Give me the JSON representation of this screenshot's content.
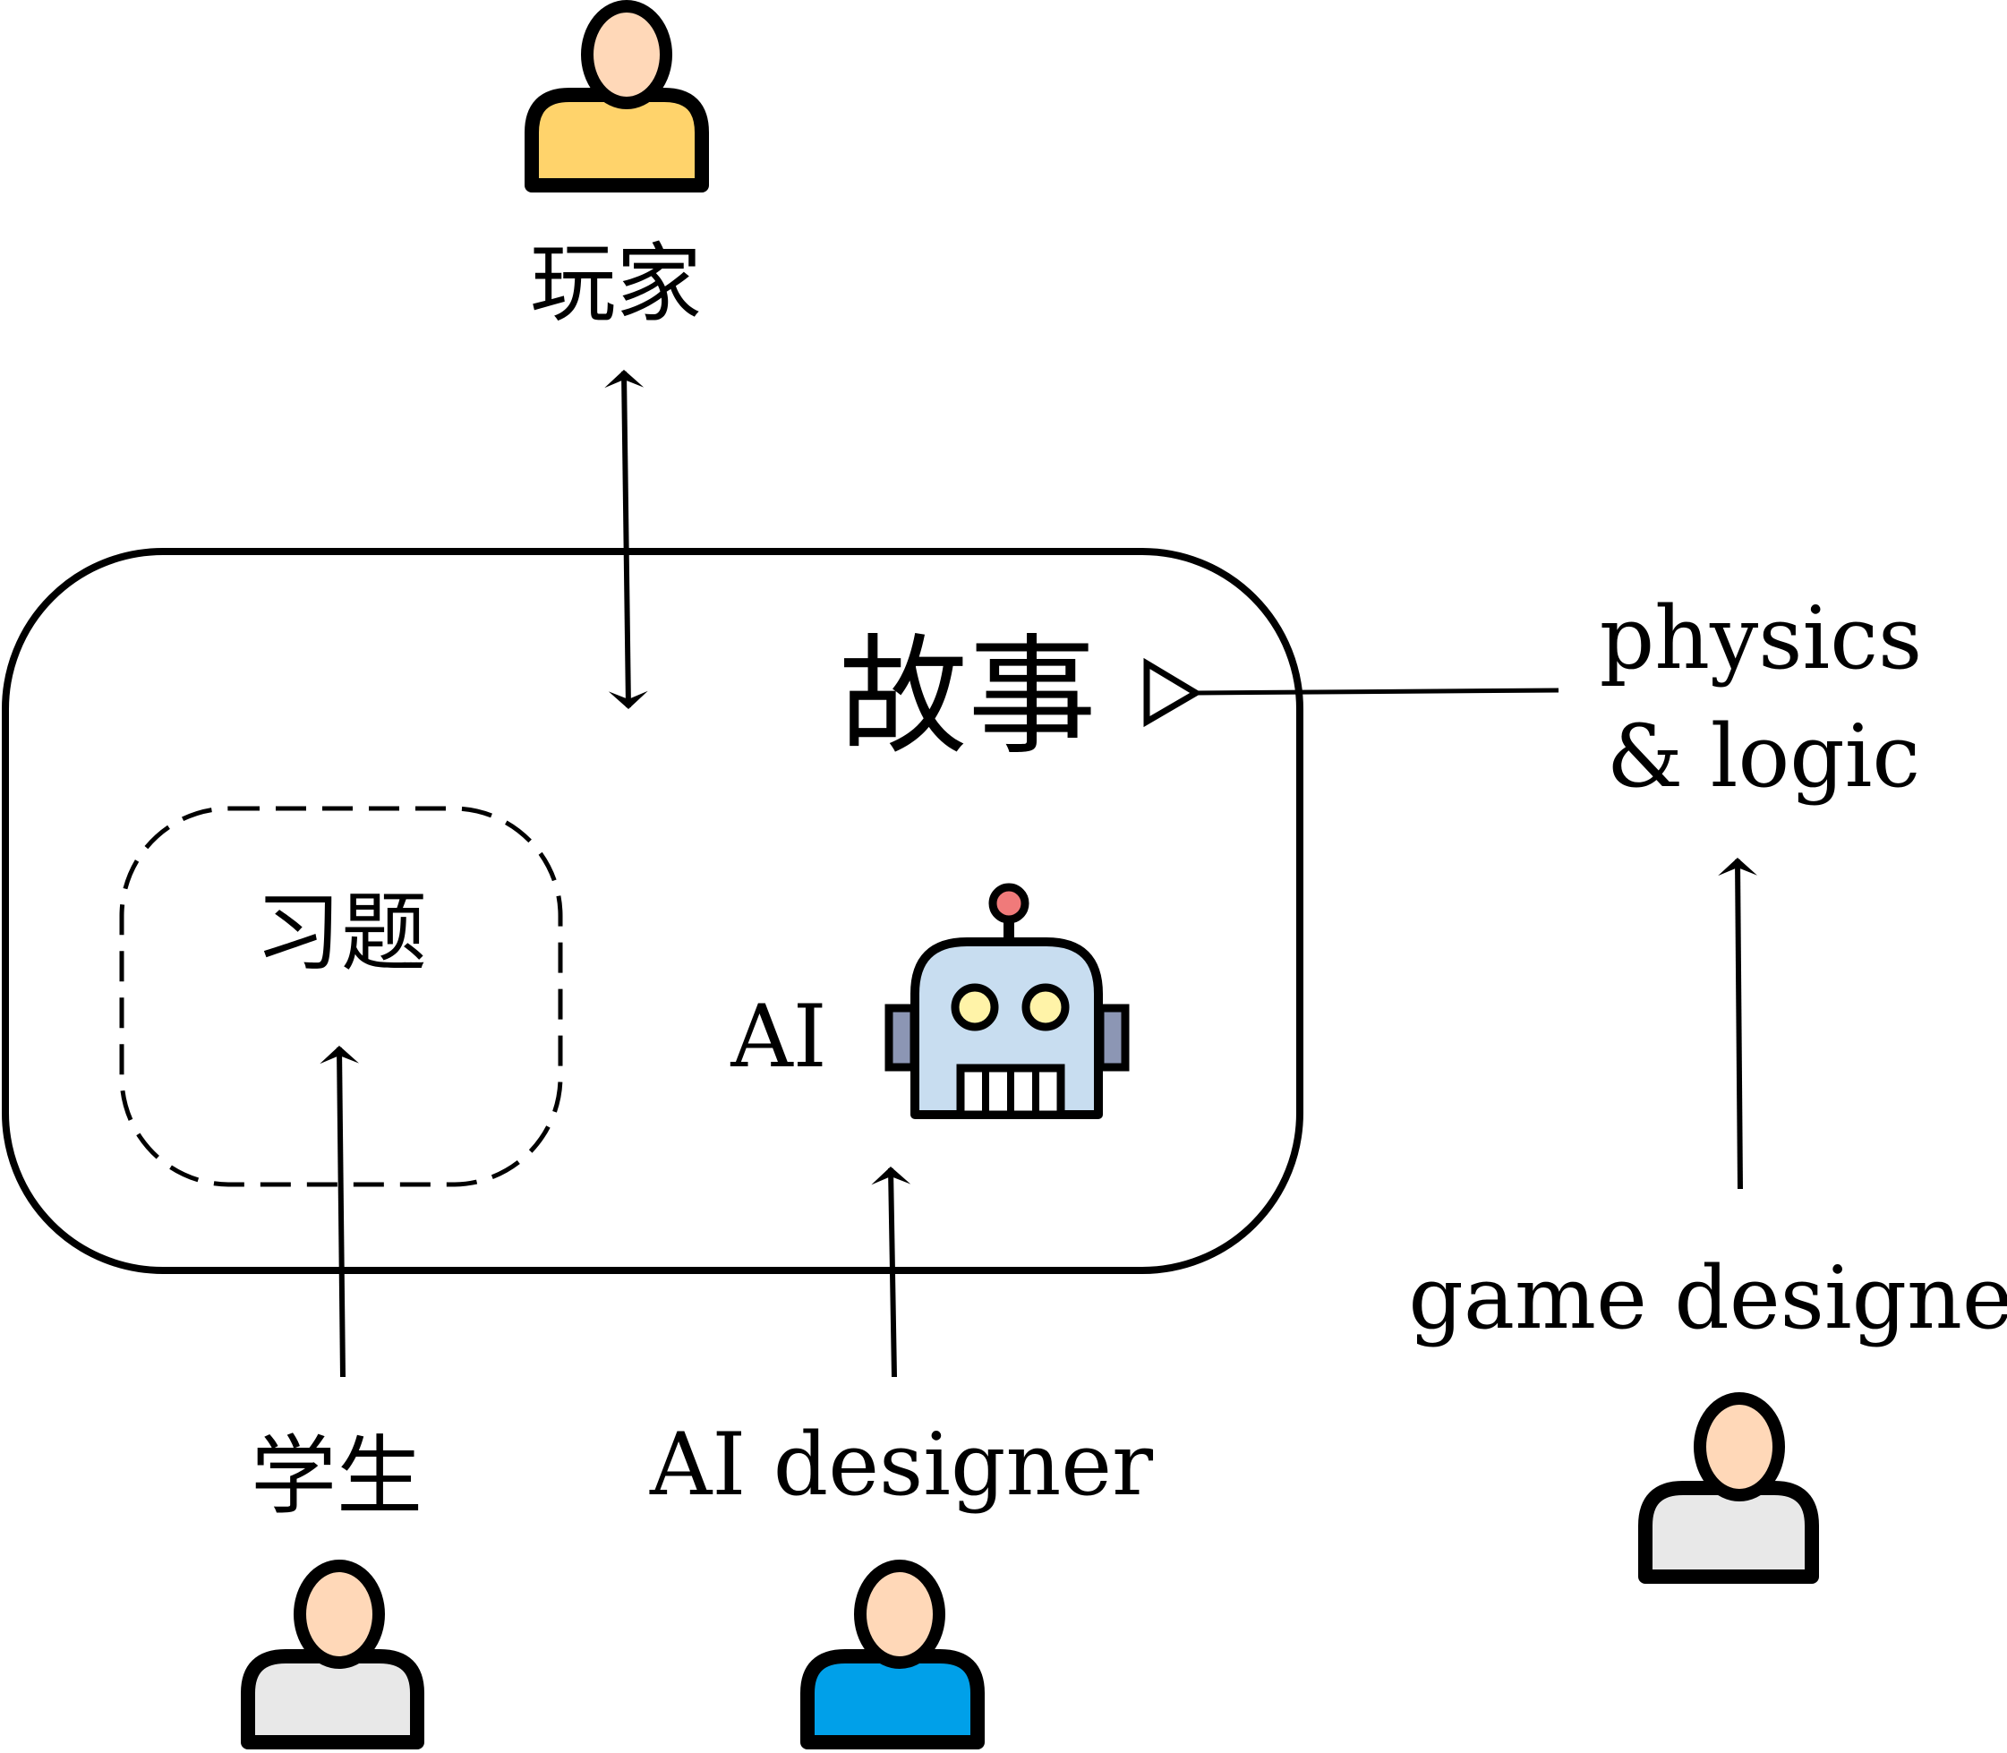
{
  "labels": {
    "player": "玩家",
    "story": "故事",
    "exercise": "习题",
    "ai": "AI",
    "physics_line1": "physics",
    "physics_line2": "& logic",
    "game_designer": "game designer",
    "student": "学生",
    "ai_designer": "AI designer"
  },
  "colors": {
    "stroke": "#000000",
    "player_body": "#FFD36B",
    "student_body": "#E8E8E8",
    "ai_designer_body": "#00A0E9",
    "game_designer_body": "#E8E8E8",
    "skin": "#FFD8B8",
    "robot_body": "#C8DDF0",
    "robot_ears": "#8C96B4",
    "robot_eyes": "#FFF3A8",
    "robot_antenna": "#F07A7A"
  },
  "icons": {
    "player": "person-icon",
    "student": "person-icon",
    "ai_designer": "person-icon",
    "game_designer": "person-icon",
    "ai": "robot-icon",
    "story_port": "triangle-port-icon"
  }
}
